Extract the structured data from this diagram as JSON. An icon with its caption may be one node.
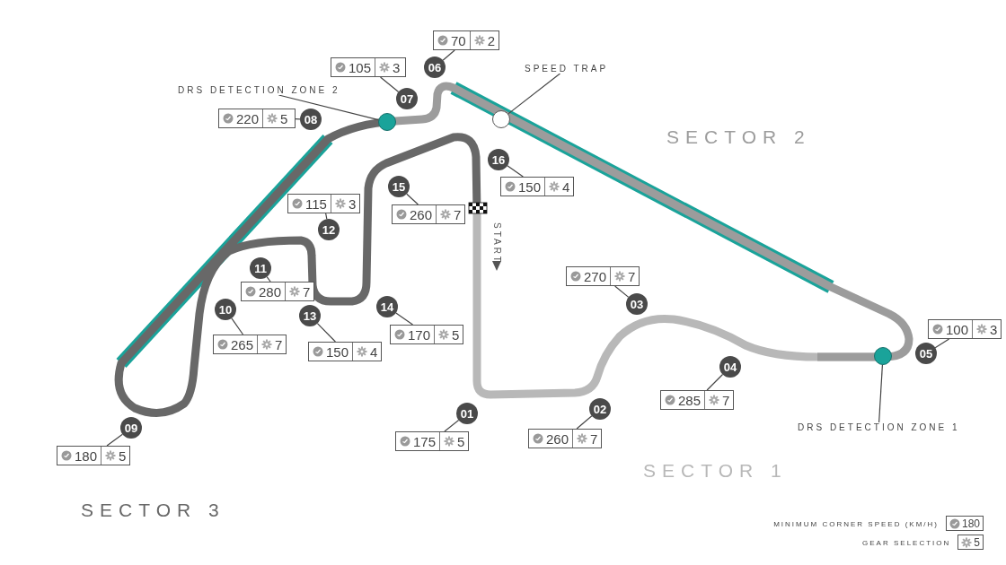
{
  "diagram": {
    "nodes": [
      {
        "text": [
          "01"
        ]
      },
      {
        "text": [
          "02"
        ]
      },
      {
        "text": [
          "03"
        ]
      },
      {
        "text": [
          "04"
        ]
      },
      {
        "text": [
          "05"
        ]
      },
      {
        "text": [
          "06"
        ]
      },
      {
        "text": [
          "07"
        ]
      },
      {
        "text": [
          "08"
        ]
      },
      {
        "text": [
          "09"
        ]
      },
      {
        "text": [
          "10"
        ]
      },
      {
        "text": [
          "11"
        ]
      },
      {
        "text": [
          "12"
        ]
      },
      {
        "text": [
          "13"
        ]
      },
      {
        "text": [
          "14"
        ]
      },
      {
        "text": [
          "15"
        ]
      },
      {
        "text": [
          "16"
        ]
      },
      {
        "text": [
          "175",
          "5"
        ]
      },
      {
        "text": [
          "260",
          "7"
        ]
      },
      {
        "text": [
          "270",
          "7"
        ]
      },
      {
        "text": [
          "285",
          "7"
        ]
      },
      {
        "text": [
          "100",
          "3"
        ]
      },
      {
        "text": [
          "70",
          "2"
        ]
      },
      {
        "text": [
          "105",
          "3"
        ]
      },
      {
        "text": [
          "220",
          "5"
        ]
      },
      {
        "text": [
          "180",
          "5"
        ]
      },
      {
        "text": [
          "265",
          "7"
        ]
      },
      {
        "text": [
          "280",
          "7"
        ]
      },
      {
        "text": [
          "115",
          "3"
        ]
      },
      {
        "text": [
          "150",
          "4"
        ]
      },
      {
        "text": [
          "170",
          "5"
        ]
      },
      {
        "text": [
          "260",
          "7"
        ]
      },
      {
        "text": [
          "150",
          "4"
        ]
      },
      {
        "text": [
          "DRS DETECTION ZONE 1"
        ]
      },
      {
        "text": [],
        "shape": "circle"
      },
      {
        "text": [
          "DRS DETECTION ZONE 2"
        ]
      },
      {
        "text": [],
        "shape": "circle"
      },
      {
        "text": [
          "SPEED TRAP"
        ]
      },
      {
        "text": [],
        "shape": "circle"
      }
    ],
    "edges": [
      {
        "from": 16,
        "to": 0,
        "arrow": "none"
      },
      {
        "from": 17,
        "to": 1,
        "arrow": "none"
      },
      {
        "from": 18,
        "to": 2,
        "arrow": "none"
      },
      {
        "from": 19,
        "to": 3,
        "arrow": "none"
      },
      {
        "from": 20,
        "to": 4,
        "arrow": "none"
      },
      {
        "from": 21,
        "to": 5,
        "arrow": "none"
      },
      {
        "from": 22,
        "to": 6,
        "arrow": "none"
      },
      {
        "from": 23,
        "to": 7,
        "arrow": "none"
      },
      {
        "from": 24,
        "to": 8,
        "arrow": "none"
      },
      {
        "from": 25,
        "to": 9,
        "arrow": "none"
      },
      {
        "from": 26,
        "to": 10,
        "arrow": "none"
      },
      {
        "from": 27,
        "to": 11,
        "arrow": "none"
      },
      {
        "from": 28,
        "to": 12,
        "arrow": "none"
      },
      {
        "from": 29,
        "to": 13,
        "arrow": "none"
      },
      {
        "from": 30,
        "to": 14,
        "arrow": "none"
      },
      {
        "from": 31,
        "to": 15,
        "arrow": "none"
      },
      {
        "from": 32,
        "to": 33,
        "arrow": "none"
      },
      {
        "from": 34,
        "to": 35,
        "arrow": "none"
      },
      {
        "from": 36,
        "to": 37,
        "arrow": "none"
      }
    ],
    "labels": [
      "SECTOR 2",
      "START",
      "SECTOR 1",
      "SECTOR 3",
      "180",
      "5"
    ],
    "legend": [
      {
        "text": "MINIMUM CORNER SPEED (KM/H)"
      },
      {
        "text": "GEAR SELECTION"
      }
    ]
  }
}
